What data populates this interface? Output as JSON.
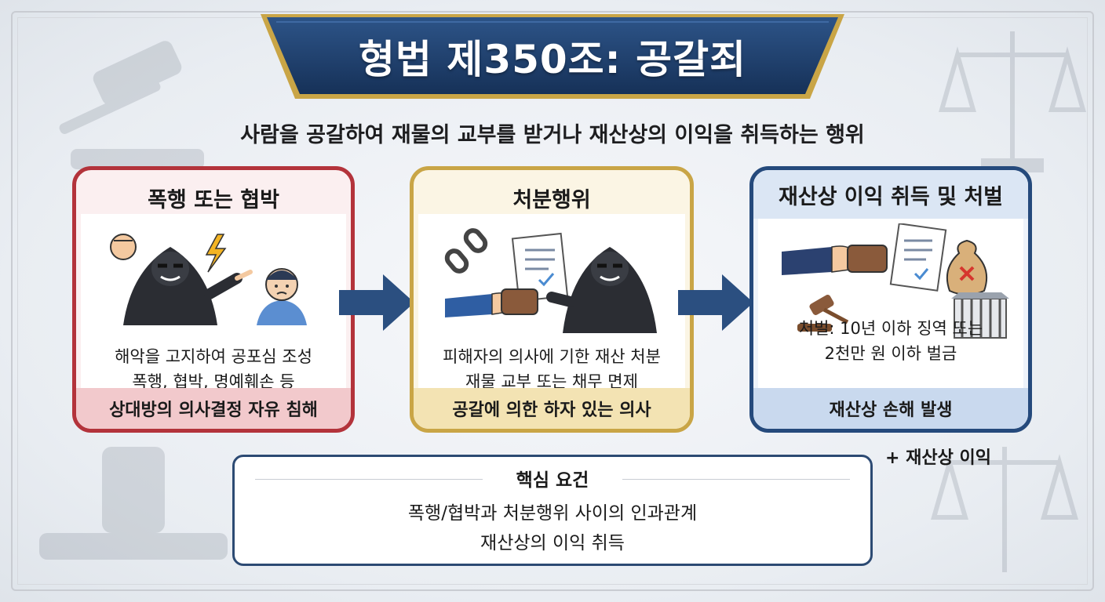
{
  "title": "형법 제350조: 공갈죄",
  "subtitle": "사람을 공갈하여 재물의 교부를 받거나 재산상의 이익을 취득하는 행위",
  "cards": [
    {
      "heading": "폭행 또는 협박",
      "lines": [
        "해악을 고지하여 공포심 조성",
        "폭행, 협박, 명예훼손 등"
      ],
      "footer": "상대방의 의사결정 자유 침해"
    },
    {
      "heading": "처분행위",
      "lines": [
        "피해자의 의사에 기한 재산 처분",
        "재물 교부 또는 채무 면제"
      ],
      "footer": "공갈에 의한 하자 있는 의사"
    },
    {
      "heading": "재산상 이익 취득 및 처벌",
      "lines": [
        "처벌: 10년 이하 징역 또는",
        "2천만 원 이하 벌금"
      ],
      "footer": "재산상 손해 발생"
    }
  ],
  "extra_note": "+ 재산상 이익",
  "summary": {
    "title": "핵심 요건",
    "items": [
      "폭행/협박과 처분행위 사이의 인과관계",
      "재산상의 이익 취득"
    ]
  },
  "colors": {
    "card1_border": "#b3333b",
    "card2_border": "#c9a546",
    "card3_border": "#254a7c",
    "title_banner": "#1f3f6b",
    "arrow": "#2b4f80"
  }
}
